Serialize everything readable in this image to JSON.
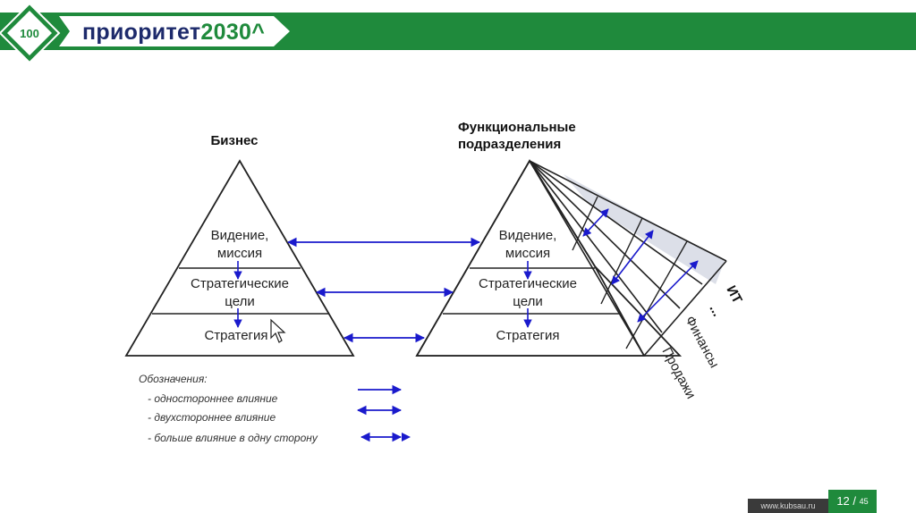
{
  "brand": {
    "logo_number": "100",
    "name_part1": "приоритет",
    "name_part2": "2030^"
  },
  "diagram": {
    "left_title": "Бизнес",
    "right_title_line1": "Функциональные",
    "right_title_line2": "подразделения",
    "left_levels": [
      {
        "line1": "Видение,",
        "line2": "миссия"
      },
      {
        "line1": "Стратегические",
        "line2": "цели"
      },
      {
        "line1": "Стратегия",
        "line2": ""
      }
    ],
    "right_levels": [
      {
        "line1": "Видение,",
        "line2": "миссия"
      },
      {
        "line1": "Стратегические",
        "line2": "цели"
      },
      {
        "line1": "Стратегия",
        "line2": ""
      }
    ],
    "departments": [
      "ИТ",
      "...",
      "Финансы",
      "Продажи"
    ]
  },
  "legend": {
    "title": "Обозначения:",
    "items": [
      "- одностороннее влияние",
      "- двухстороннее влияние",
      "- больше влияние в одну сторону"
    ]
  },
  "footer": {
    "url": "www.kubsau.ru",
    "page": "12",
    "total": "45"
  }
}
